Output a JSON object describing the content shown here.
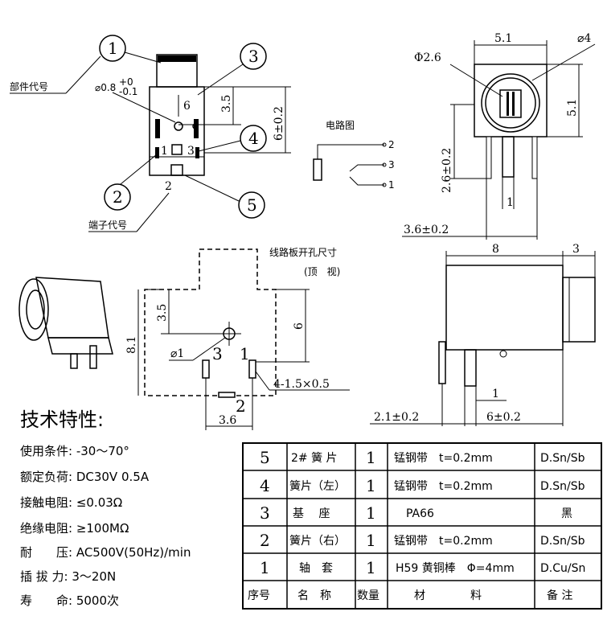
{
  "front_view": {
    "balloons": [
      "1",
      "3",
      "4",
      "2",
      "5"
    ],
    "part_code_label": "部件代号",
    "terminal_code_label": "端子代号",
    "hole_dim": "⌀0.8",
    "hole_tol_upper": "+0",
    "hole_tol_lower": "-0.1",
    "dim_3_5": "3.5",
    "dim_6": "6±0.2",
    "pin_6": "6",
    "pin_1": "1",
    "pin_3": "3",
    "pin_2": "2"
  },
  "circuit": {
    "title": "电路图",
    "pins": [
      "2",
      "3",
      "1"
    ]
  },
  "top_right_view": {
    "width": "5.1",
    "outer_dia": "⌀4",
    "inner_dia": "Φ2.6",
    "height": "5.1",
    "pin_offset": "2.6±0.2",
    "pin_pitch": "1",
    "pin_span": "3.6±0.2"
  },
  "pcb_layout": {
    "title": "线路板开孔尺寸",
    "subtitle": "(顶　视)",
    "dim_3_5": "3.5",
    "dim_8_1": "8.1",
    "dim_6": "6",
    "hole_dia": "⌀1",
    "pin_3": "3",
    "pin_1": "1",
    "pin_2": "2",
    "dim_3_6": "3.6",
    "slot_spec": "4-1.5×0.5"
  },
  "side_view": {
    "length": "8",
    "nose": "3",
    "pin_pitch": "1",
    "dim_2_1": "2.1±0.2",
    "dim_6": "6±0.2"
  },
  "specs": {
    "title": "技术特性:",
    "items": [
      "使用条件: -30～70°",
      "额定负荷: DC30V 0.5A",
      "接触电阻: ≤0.03Ω",
      "绝缘电阻: ≥100MΩ",
      "耐　　压: AC500V(50Hz)/min",
      "插 拔 力: 3～20N",
      "寿　　命: 5000次"
    ]
  },
  "bom_table": {
    "rows": [
      {
        "no": "5",
        "name": "2# 簧 片",
        "qty": "1",
        "material": "锰钢带　t=0.2mm",
        "note": "D.Sn/Sb"
      },
      {
        "no": "4",
        "name": "簧片（左）",
        "qty": "1",
        "material": "锰钢带　t=0.2mm",
        "note": "D.Sn/Sb"
      },
      {
        "no": "3",
        "name": "基　 座",
        "qty": "1",
        "material": "PA66",
        "note": "黑"
      },
      {
        "no": "2",
        "name": "簧片（右）",
        "qty": "1",
        "material": "锰钢带　t=0.2mm",
        "note": "D.Sn/Sb"
      },
      {
        "no": "1",
        "name": "轴　套",
        "qty": "1",
        "material": "H59 黄铜棒　Φ=4mm",
        "note": "D.Cu/Sn"
      }
    ],
    "header": {
      "no": "序号",
      "name": "名　称",
      "qty": "数量",
      "material": "材　　　　料",
      "note": "备 注"
    }
  }
}
